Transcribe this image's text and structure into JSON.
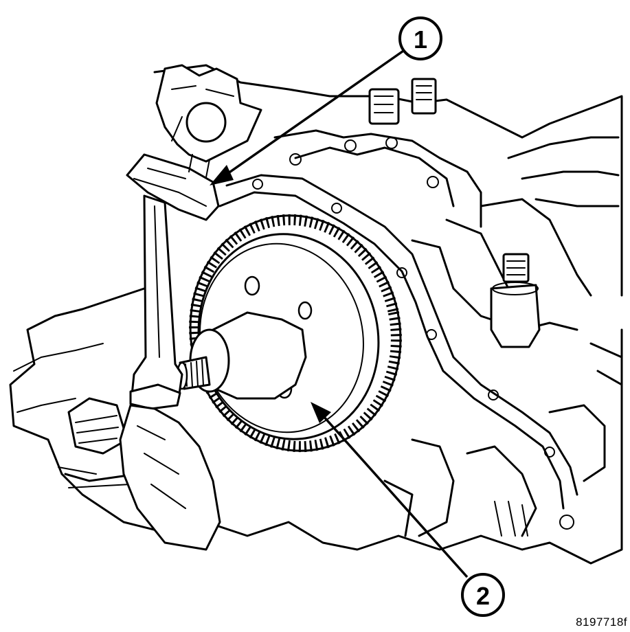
{
  "callouts": [
    {
      "number": "1",
      "target": "tool"
    },
    {
      "number": "2",
      "target": "gear"
    }
  ],
  "figure_id": "8197718f",
  "colors": {
    "ink": "#000000",
    "paper": "#ffffff"
  }
}
